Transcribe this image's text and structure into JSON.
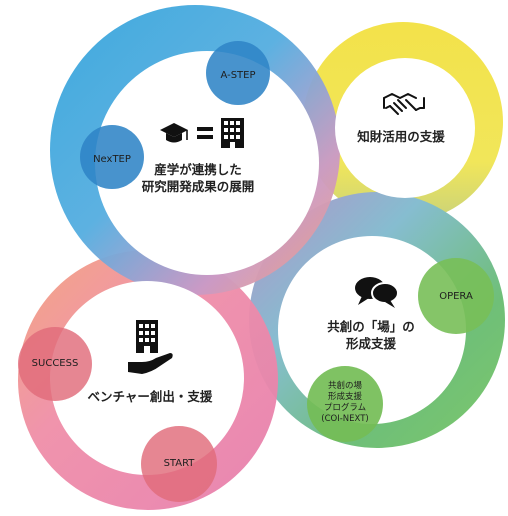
{
  "circles": {
    "academia": {
      "title_line1": "産学が連携した",
      "title_line2": "研究開発成果の展開",
      "badges": [
        "A-STEP",
        "NexTEP"
      ]
    },
    "ip": {
      "title": "知財活用の支援"
    },
    "coinnovation": {
      "title_line1": "共創の「場」の",
      "title_line2": "形成支援",
      "badges": [
        "OPERA"
      ],
      "coi_badge_lines": [
        "共創の場",
        "形成支援",
        "プログラム",
        "(COI-NEXT)"
      ]
    },
    "venture": {
      "title": "ベンチャー創出・支援",
      "badges": [
        "SUCCESS",
        "START"
      ]
    }
  },
  "icons": {
    "academia": [
      "graduation-cap-icon",
      "equals-icon",
      "building-icon"
    ],
    "ip": "handshake-icon",
    "coinnovation": "speech-bubbles-icon",
    "venture": [
      "building-icon",
      "hand-icon"
    ]
  },
  "colors": {
    "academia_ring": "#3fa3db",
    "ip_ring": "#f2e04a",
    "coinnovation_ring": "#7cc47c",
    "venture_ring": "#ea88ab",
    "badge_blue": "#3a89c9",
    "badge_green": "#7bbf5e",
    "badge_pink": "#e5737f"
  }
}
